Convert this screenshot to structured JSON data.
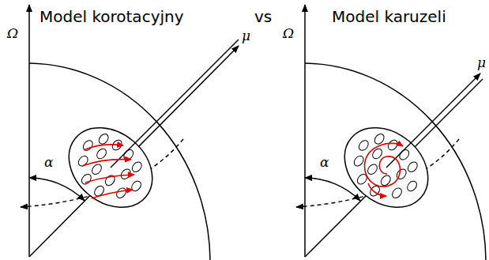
{
  "diagram": {
    "labels": [
      "Model korotacyjny",
      "vs",
      "Model karuzeli",
      "Ω",
      "μ",
      "α",
      "Ω",
      "μ",
      "α"
    ]
  }
}
